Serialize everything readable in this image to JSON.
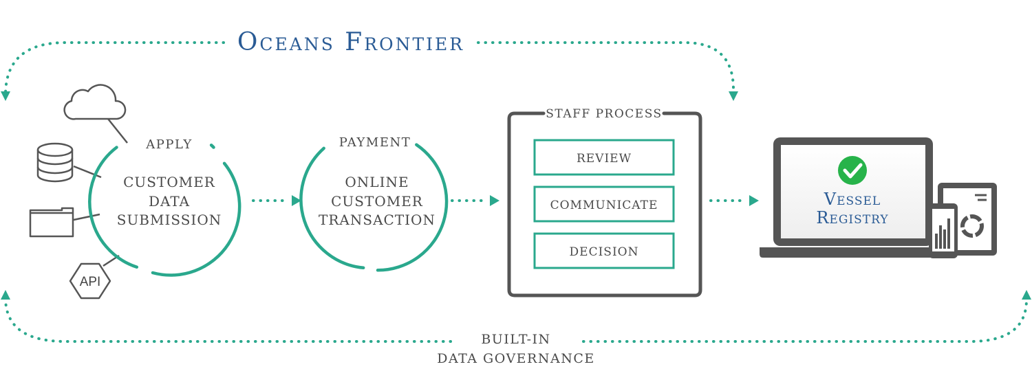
{
  "title": "Oceans Frontier",
  "apply": {
    "heading": "APPLY",
    "lines": [
      "CUSTOMER",
      "DATA",
      "SUBMISSION"
    ]
  },
  "payment": {
    "heading": "PAYMENT",
    "lines": [
      "ONLINE",
      "CUSTOMER",
      "TRANSACTION"
    ]
  },
  "staff_process": {
    "heading": "STAFF PROCESS",
    "steps": [
      "REVIEW",
      "COMMUNICATE",
      "DECISION"
    ]
  },
  "result": {
    "lines": [
      "Vessel",
      "Registry"
    ]
  },
  "governance": {
    "lines": [
      "BUILT-IN",
      "DATA GOVERNANCE"
    ]
  },
  "sources": {
    "api_label": "API"
  },
  "icons": [
    "cloud-icon",
    "database-icon",
    "folder-icon",
    "api-hexagon-icon",
    "check-icon",
    "laptop-icon",
    "tablet-icon",
    "phone-icon"
  ],
  "colors": {
    "accent": "#2aa88d",
    "title": "#2a5b95",
    "outline": "#555555",
    "check": "#27b34a"
  }
}
